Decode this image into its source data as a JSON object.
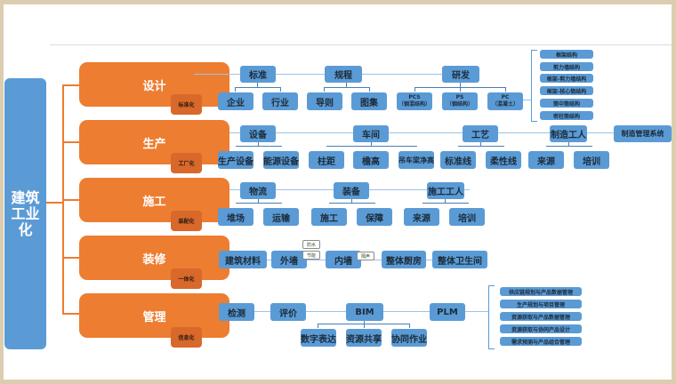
{
  "root": {
    "label": "建筑工业化"
  },
  "categories": [
    {
      "label": "设计",
      "badge": "标准化"
    },
    {
      "label": "生产",
      "badge": "工厂化"
    },
    {
      "label": "施工",
      "badge": "装配化"
    },
    {
      "label": "装修",
      "badge": "一体化"
    },
    {
      "label": "管理",
      "badge": "信息化"
    }
  ],
  "design": {
    "groups": [
      {
        "label": "标准",
        "children": [
          "企业",
          "行业"
        ]
      },
      {
        "label": "规程",
        "children": [
          "导则",
          "图集"
        ]
      },
      {
        "label": "研发",
        "children": [
          {
            "code": "PCS",
            "desc": "（钢混结构）"
          },
          {
            "code": "PS",
            "desc": "（钢结构）"
          },
          {
            "code": "PC",
            "desc": "（混凝土）"
          }
        ]
      }
    ],
    "structure_types": [
      "框架结构",
      "剪力墙结构",
      "框架-剪力墙结构",
      "框架-核心筒结构",
      "筒中筒结构",
      "密柱筒结构"
    ]
  },
  "production": {
    "groups": [
      {
        "label": "设备",
        "children": [
          "生产设备",
          "能源设备"
        ]
      },
      {
        "label": "车间",
        "children": [
          "柱距",
          "檐高",
          "吊车梁净高"
        ]
      },
      {
        "label": "工艺",
        "children": [
          "标准线",
          "柔性线"
        ]
      },
      {
        "label": "制造工人",
        "children": [
          "来源",
          "培训"
        ]
      }
    ],
    "system": "制造管理系统"
  },
  "construction": {
    "groups": [
      {
        "label": "物流",
        "children": [
          "堆场",
          "运输"
        ]
      },
      {
        "label": "装备",
        "children": [
          "施工",
          "保障"
        ]
      },
      {
        "label": "施工工人",
        "children": [
          "来源",
          "培训"
        ]
      }
    ]
  },
  "decoration": {
    "chain": [
      "建筑材料",
      "外墙",
      "内墙",
      "整体厨房",
      "整体卫生间"
    ],
    "tags": {
      "exterior_top": "防水",
      "exterior_bottom": "节能",
      "interior": "隔声"
    }
  },
  "management": {
    "chain": [
      "检测",
      "评价",
      "BIM",
      "PLM"
    ],
    "bim_children": [
      "数字表达",
      "资源共享",
      "协同作业"
    ],
    "plm_children": [
      "供应链规划与产品数据管理",
      "生产规划与项目管理",
      "资源获取与产品数据管理",
      "资源获取与协同产品设计",
      "需求预测与产品组合管理"
    ]
  }
}
